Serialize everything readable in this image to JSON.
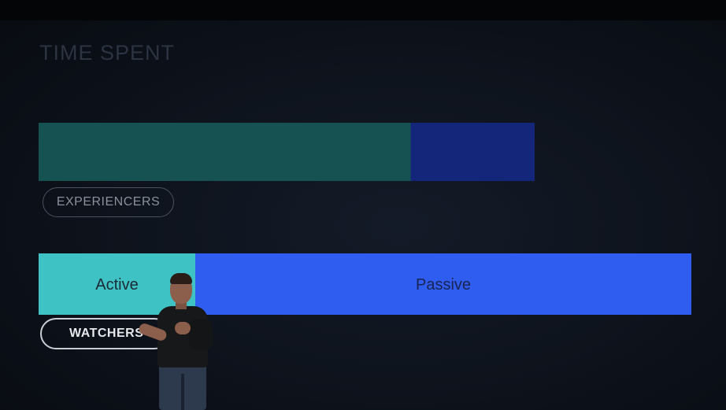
{
  "slide": {
    "title": "TIME SPENT"
  },
  "chart_data": {
    "type": "bar",
    "orientation": "horizontal",
    "stacked": true,
    "categories": [
      "EXPERIENCERS",
      "WATCHERS"
    ],
    "series": [
      {
        "name": "Active",
        "values": [
          0.57,
          0.24
        ]
      },
      {
        "name": "Passive",
        "values": [
          0.19,
          0.76
        ]
      }
    ],
    "segment_labels": {
      "EXPERIENCERS": [
        "",
        ""
      ],
      "WATCHERS": [
        "Active",
        "Passive"
      ]
    },
    "colors": {
      "EXPERIENCERS": [
        "#175252",
        "#13267a"
      ],
      "WATCHERS": [
        "#3fc2c4",
        "#2f5df0"
      ]
    },
    "label_colors": [
      "#1c2a36",
      "#1a2450"
    ],
    "xlim": [
      0,
      1
    ],
    "grid": false,
    "legend": "none"
  }
}
